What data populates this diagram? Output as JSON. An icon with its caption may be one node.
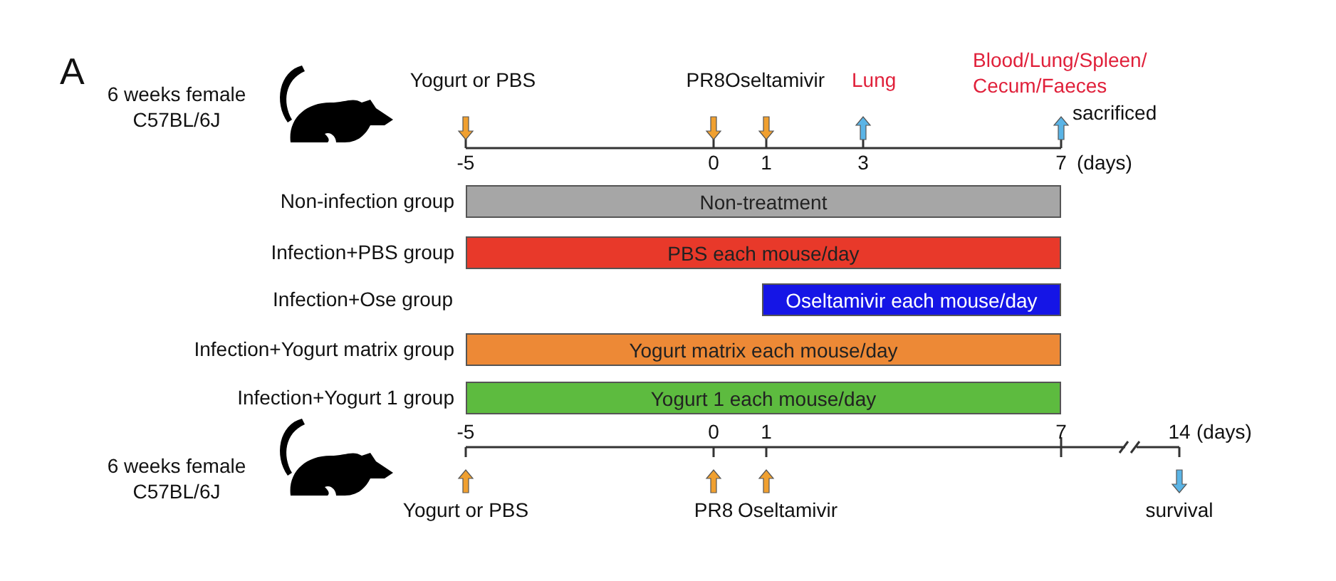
{
  "diagram": {
    "nodes": [
      {
        "text": [
          "Non-treatment"
        ],
        "beside": [
          "Non-infection group"
        ]
      },
      {
        "text": [
          "PBS each mouse/day"
        ],
        "beside": [
          "Infection+PBS group"
        ]
      },
      {
        "text": [
          "Oseltamivir each mouse/day"
        ]
      },
      {
        "text": [
          "Yogurt matrix each mouse/day"
        ],
        "beside": [
          "Infection+Yogurt matrix group"
        ]
      },
      {
        "text": [
          "Yogurt 1 each mouse/day"
        ],
        "beside": [
          "Infection+Yogurt 1 group"
        ]
      }
    ],
    "edges": [],
    "labels": [
      "A",
      "6 weeks female C57BL/6J",
      "Yogurt or PBS",
      "PR8",
      "Oseltamivir",
      "Lung",
      "Blood/Lung/Spleen/ Cecum/Faeces",
      "sacrificed",
      "-5",
      "0",
      "1",
      "3",
      "7",
      "(days)",
      "-5",
      "0",
      "1",
      "7",
      "14",
      "(days)",
      "6 weeks female C57BL/6J",
      "Yogurt or PBS",
      "PR8",
      "Oseltamivir",
      "survival",
      "Infection+Ose group"
    ]
  }
}
